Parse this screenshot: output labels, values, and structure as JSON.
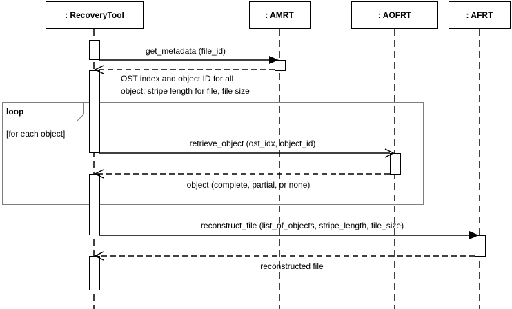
{
  "lifelines": {
    "recovery": ": RecoveryTool",
    "amrt": ": AMRT",
    "aofrt": ": AOFRT",
    "afrt": ": AFRT"
  },
  "messages": {
    "get_metadata": "get_metadata (file_id)",
    "metadata_reply_1": "OST index and object ID for all",
    "metadata_reply_2": "object; stripe length for file, file size",
    "retrieve_object": "retrieve_object (ost_idx, object_id)",
    "object_reply": "object (complete, partial, or none)",
    "reconstruct_file": "reconstruct_file (list_of_objects, stripe_length, file_size)",
    "reconstructed_reply": "reconstructed file"
  },
  "loop": {
    "keyword": "loop",
    "guard": "[for each object]"
  }
}
